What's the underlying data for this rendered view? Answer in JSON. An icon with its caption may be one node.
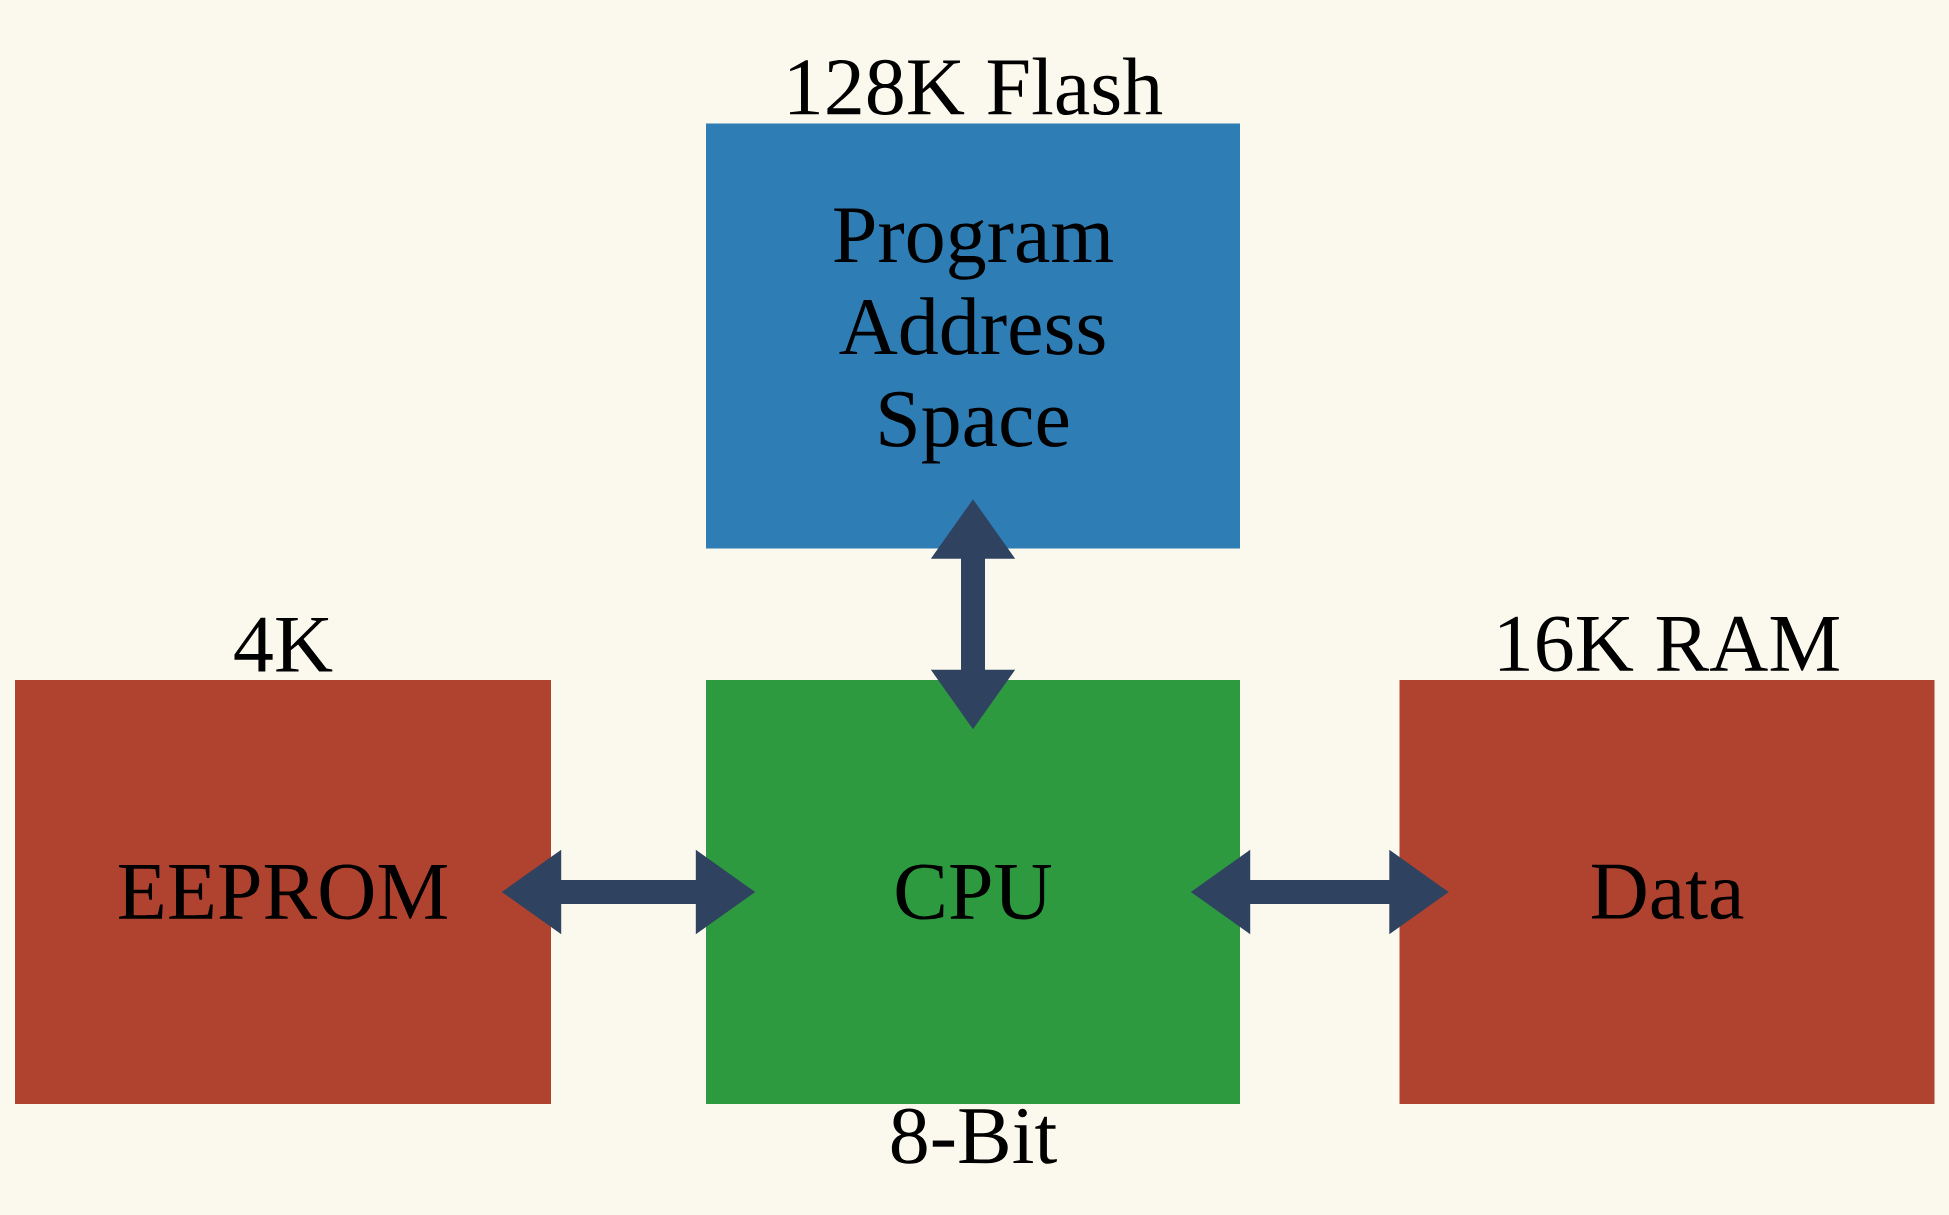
{
  "diagram": {
    "nodes": [
      {
        "text": [
          "128K Flash",
          "Program Address Space"
        ]
      },
      {
        "text": [
          "4K",
          "EEPROM"
        ]
      },
      {
        "text": [
          "CPU",
          "8-Bit"
        ]
      },
      {
        "text": [
          "16K RAM",
          "Data"
        ]
      }
    ],
    "edges": [
      {
        "from": 2,
        "to": 0,
        "arrow": "both"
      },
      {
        "from": 1,
        "to": 2,
        "arrow": "both"
      },
      {
        "from": 2,
        "to": 3,
        "arrow": "both"
      }
    ]
  }
}
